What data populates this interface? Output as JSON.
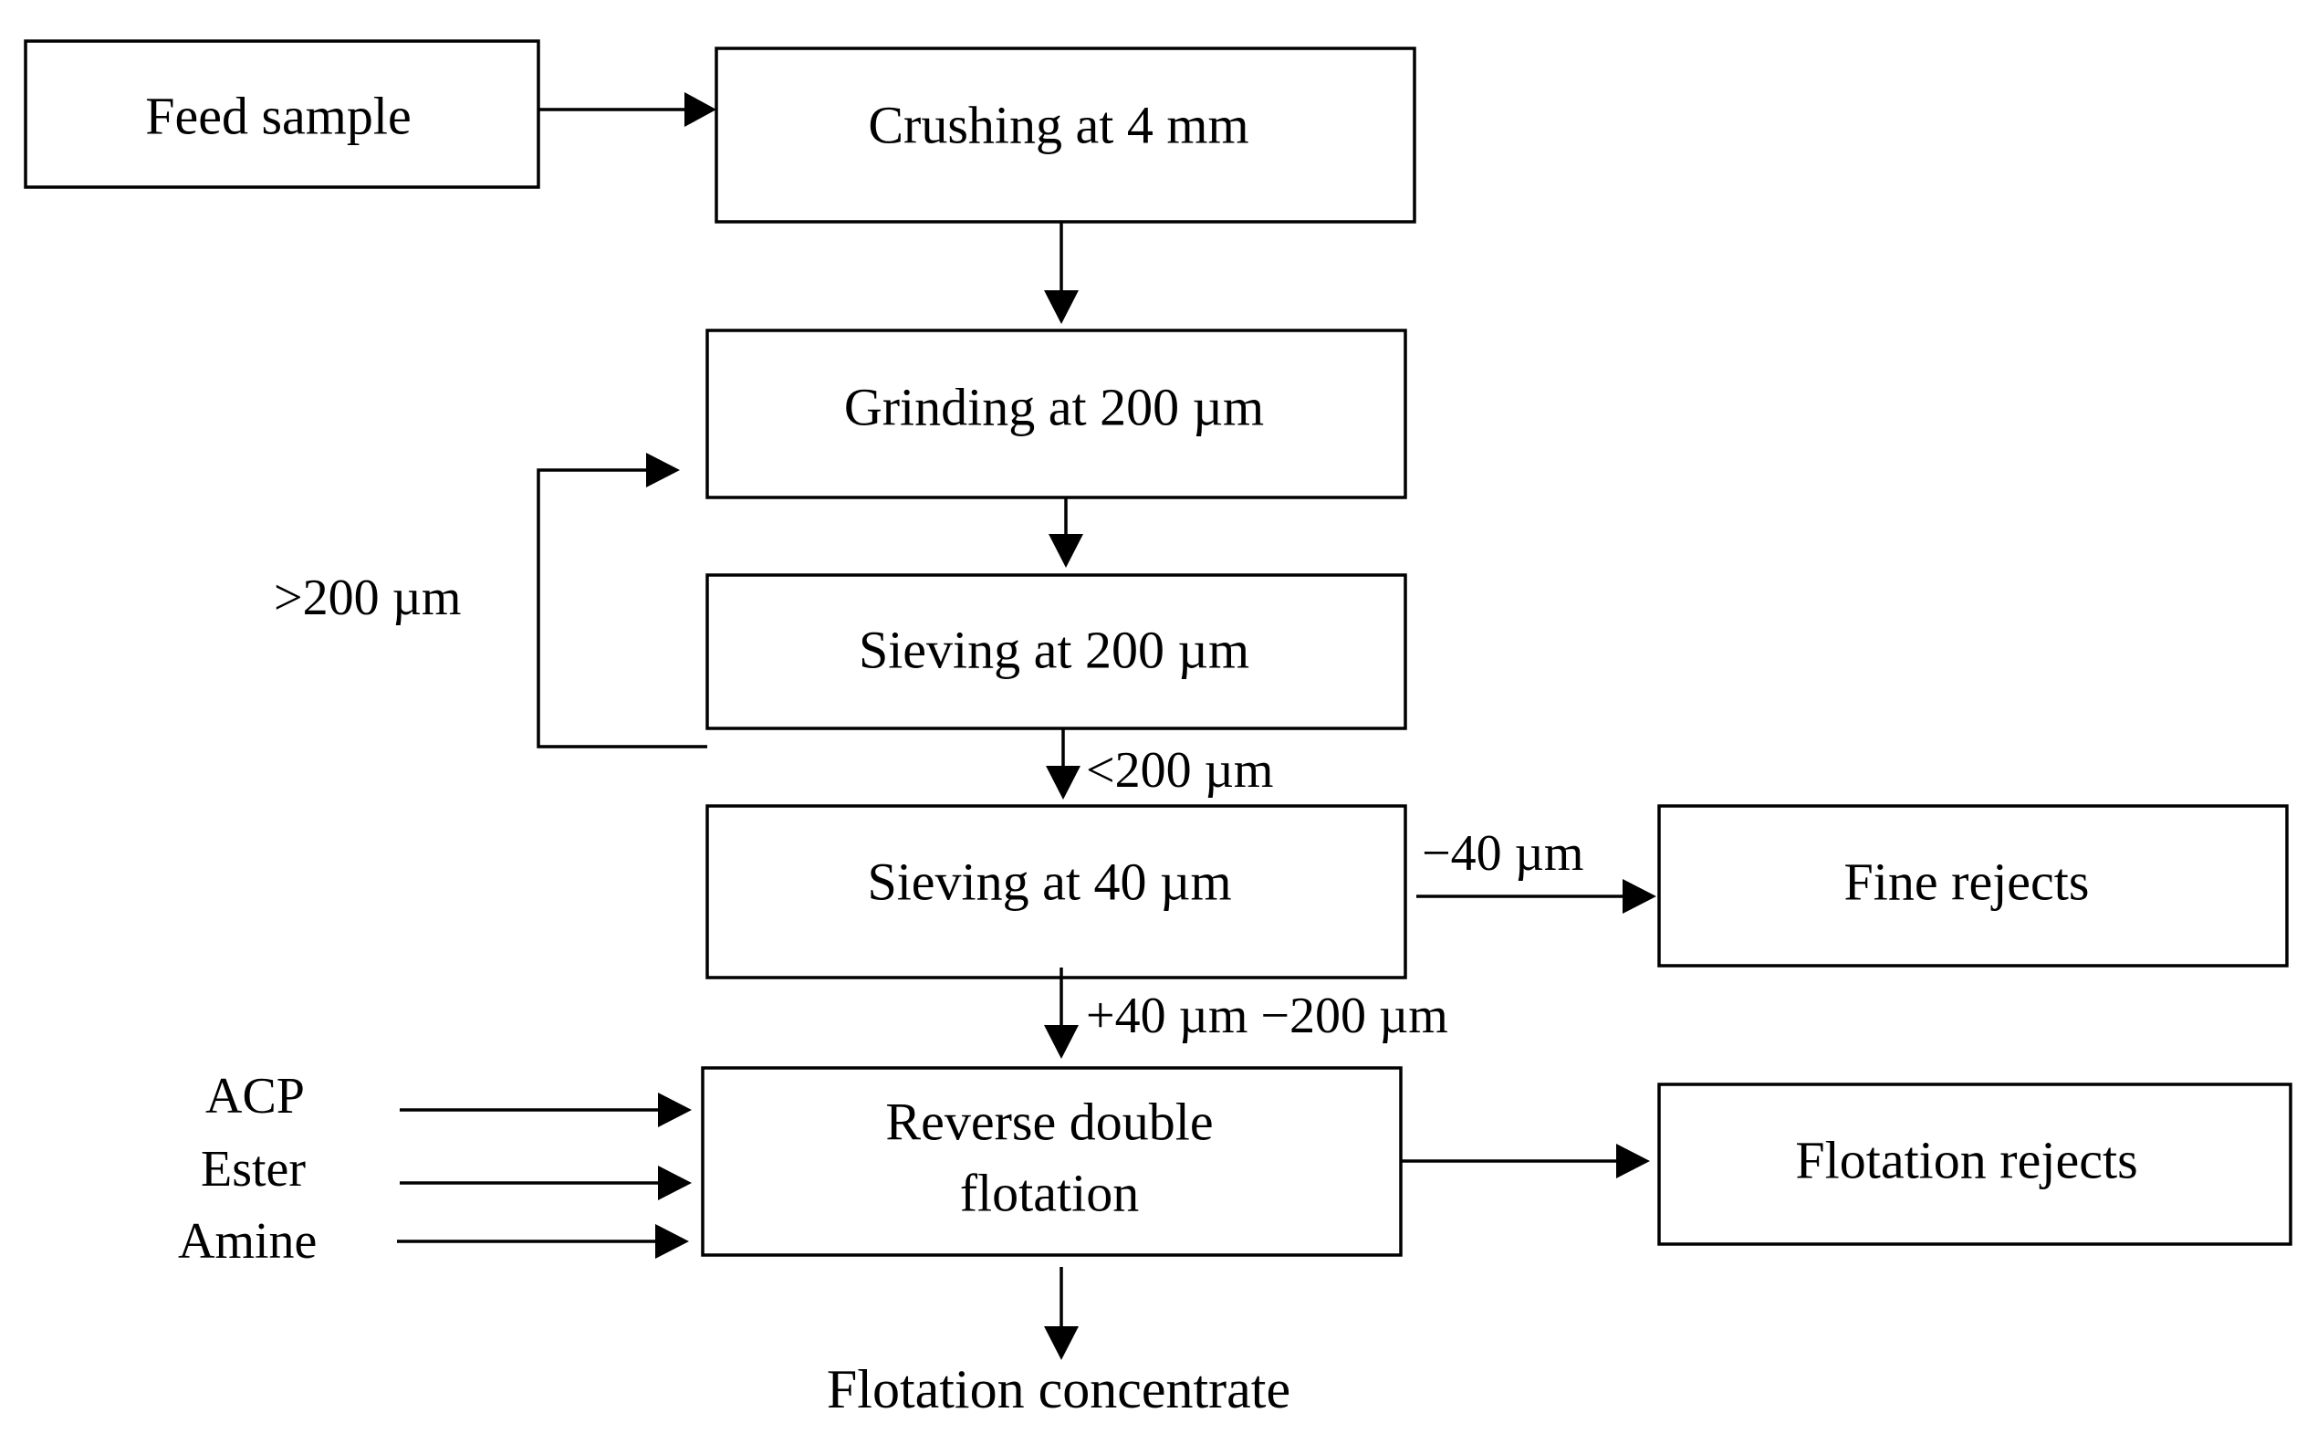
{
  "nodes": {
    "feed_sample": "Feed sample",
    "crushing": "Crushing at 4 mm",
    "grinding": "Grinding at 200 µm",
    "sieving_200": "Sieving at 200 µm",
    "sieving_40": "Sieving at 40 µm",
    "fine_rejects": "Fine rejects",
    "reverse_flotation_line1": "Reverse double",
    "reverse_flotation_line2": "flotation",
    "flotation_rejects": "Flotation rejects",
    "flotation_concentrate": "Flotation concentrate"
  },
  "edge_labels": {
    "oversize_recycle": ">200 µm",
    "undersize_200": "<200 µm",
    "minus_40": "−40 µm",
    "size_fraction": "+40 µm −200 µm"
  },
  "reagents": [
    "ACP",
    "Ester",
    "Amine"
  ]
}
